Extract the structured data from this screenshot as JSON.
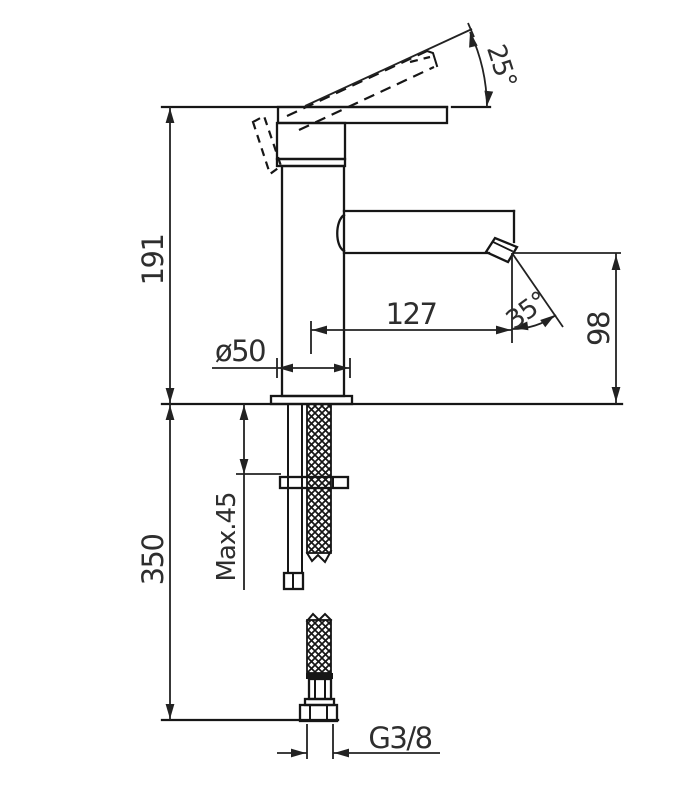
{
  "diagram": {
    "type": "technical-drawing",
    "subject": "Single-lever basin mixer tap, side elevation with installation dimensions",
    "units": "mm",
    "labels": {
      "handle_angle": "25°",
      "total_height": "191",
      "spout_reach": "127",
      "spray_angle": "35°",
      "spout_height": "98",
      "base_diameter": "ø50",
      "max_deck_thickness": "Max.45",
      "hose_drop": "350",
      "connection_thread": "G3/8"
    },
    "colors": {
      "line": "#161616",
      "dimension_line": "#222222",
      "text": "#2e2e2e",
      "background": "#ffffff"
    }
  }
}
